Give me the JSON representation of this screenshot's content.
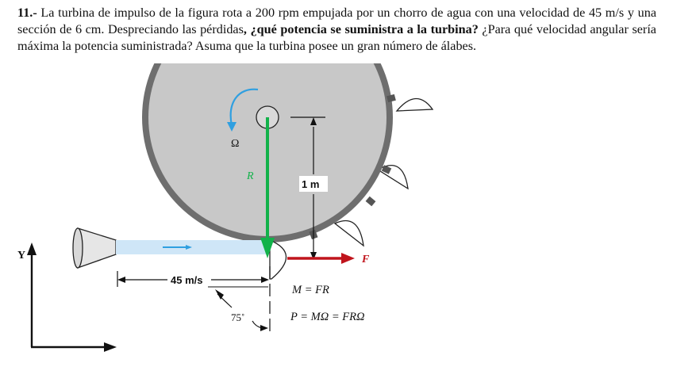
{
  "problem": {
    "number": "11.-",
    "text_part1": " La turbina de impulso de la figura rota a 200 rpm empujada por un chorro de agua con una velocidad de 45 m/s y una sección de 6 cm. Despreciando las pérdidas",
    "bold_question": ", ¿qué potencia se suministra a la turbina?",
    "text_part2": " ¿Para qué velocidad angular sería máxima la potencia suministrada? Asuma que la turbina posee un gran número de álabes."
  },
  "figure": {
    "omega_label": "Ω",
    "radius_label": "R",
    "distance_label": "1 m",
    "force_label": "F",
    "axis_y_label": "Y",
    "jet_speed_label": "45 m/s",
    "angle_label": "75˚",
    "moment_equation": "M = FR",
    "power_equation": "P = MΩ = FRΩ",
    "colors": {
      "turbine_gray": "#c8c8c8",
      "rim_dark": "#6e6e6e",
      "radius_green": "#12b24a",
      "force_red": "#c0141c",
      "jet_blue": "#cfe6f7",
      "omega_blue": "#2f9fe0"
    }
  }
}
